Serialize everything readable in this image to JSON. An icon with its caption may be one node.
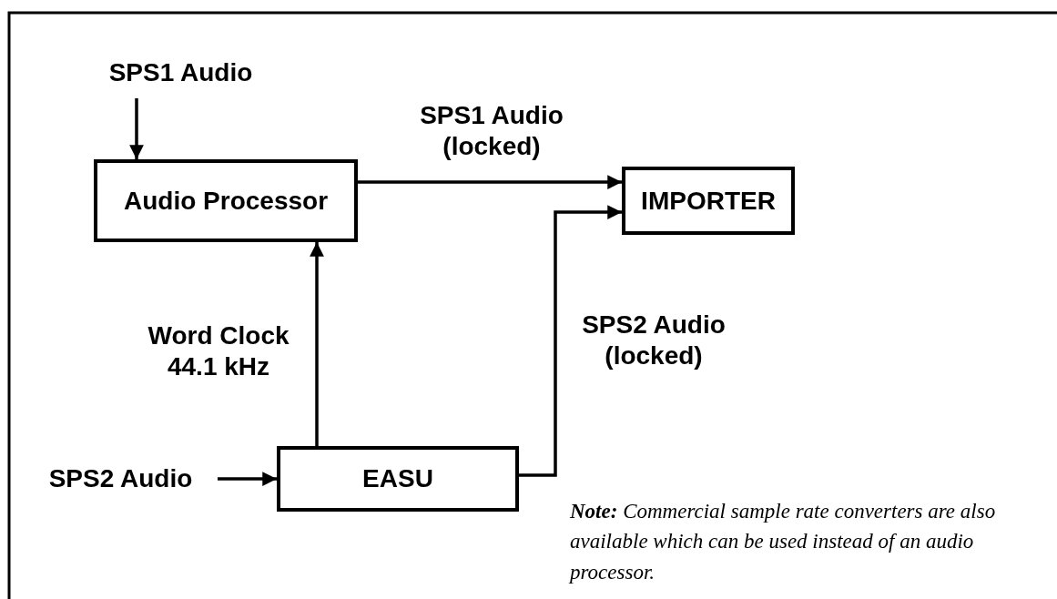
{
  "diagram": {
    "nodes": [
      {
        "text": [
          "SPS1 Audio"
        ]
      },
      {
        "text": [
          "Audio Processor"
        ]
      },
      {
        "text": [
          "IMPORTER"
        ]
      },
      {
        "text": [
          "SPS2 Audio"
        ]
      },
      {
        "text": [
          "EASU"
        ]
      }
    ],
    "edges": [
      {
        "from": 0,
        "to": 1,
        "arrow": "to"
      },
      {
        "from": 1,
        "to": 2,
        "arrow": "to",
        "label": "SPS1 Audio (locked)"
      },
      {
        "from": 4,
        "to": 1,
        "arrow": "to",
        "label": "Word Clock 44.1 kHz"
      },
      {
        "from": 4,
        "to": 2,
        "arrow": "to",
        "label": "SPS2 Audio (locked)"
      },
      {
        "from": 3,
        "to": 4,
        "arrow": "to"
      }
    ],
    "labels": [
      "**Note:** Commercial sample rate converters are also available which can be used instead of an audio processor."
    ]
  }
}
